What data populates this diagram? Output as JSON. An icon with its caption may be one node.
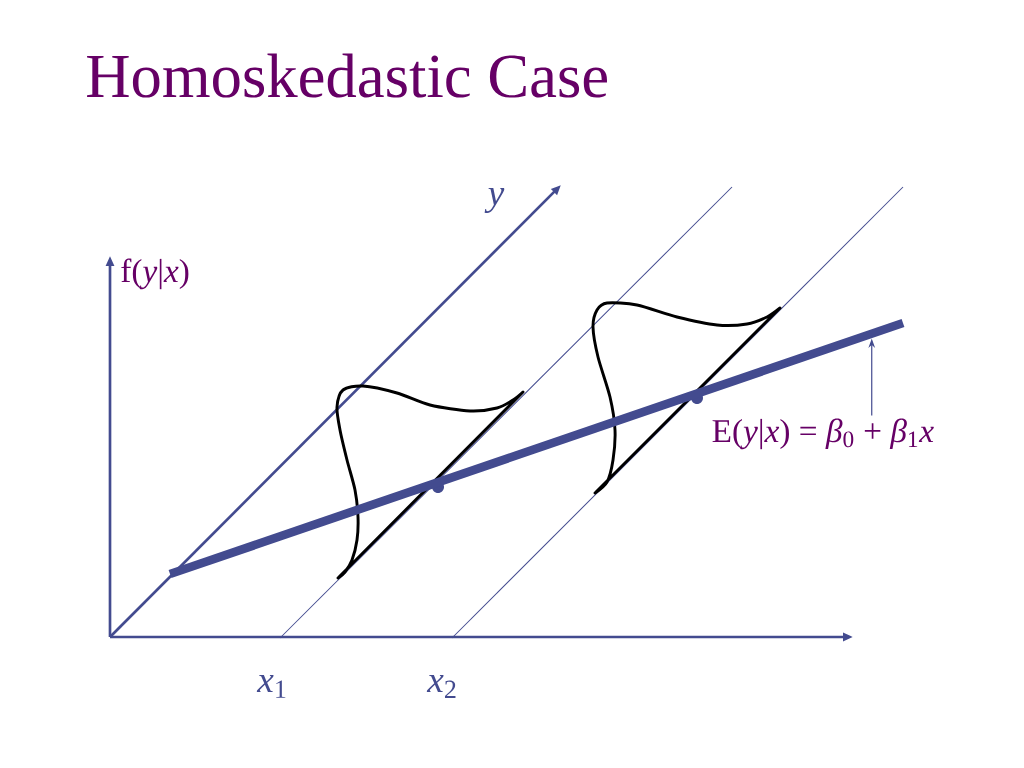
{
  "diagram": {
    "title": "Homoskedastic Case",
    "nodes": [
      {
        "text": [
          "E(*y*|*x*) = *β*$_{0}$ + *β*$_{1}$*x*"
        ]
      },
      {
        "text": [],
        "shape": "line"
      }
    ],
    "edges": [
      {
        "from": 0,
        "to": 1,
        "arrow": "to"
      }
    ],
    "labels": [
      "y",
      "f(*y*|*x*)",
      "*x*$_{1}$",
      "*x*$_{2}$"
    ]
  }
}
